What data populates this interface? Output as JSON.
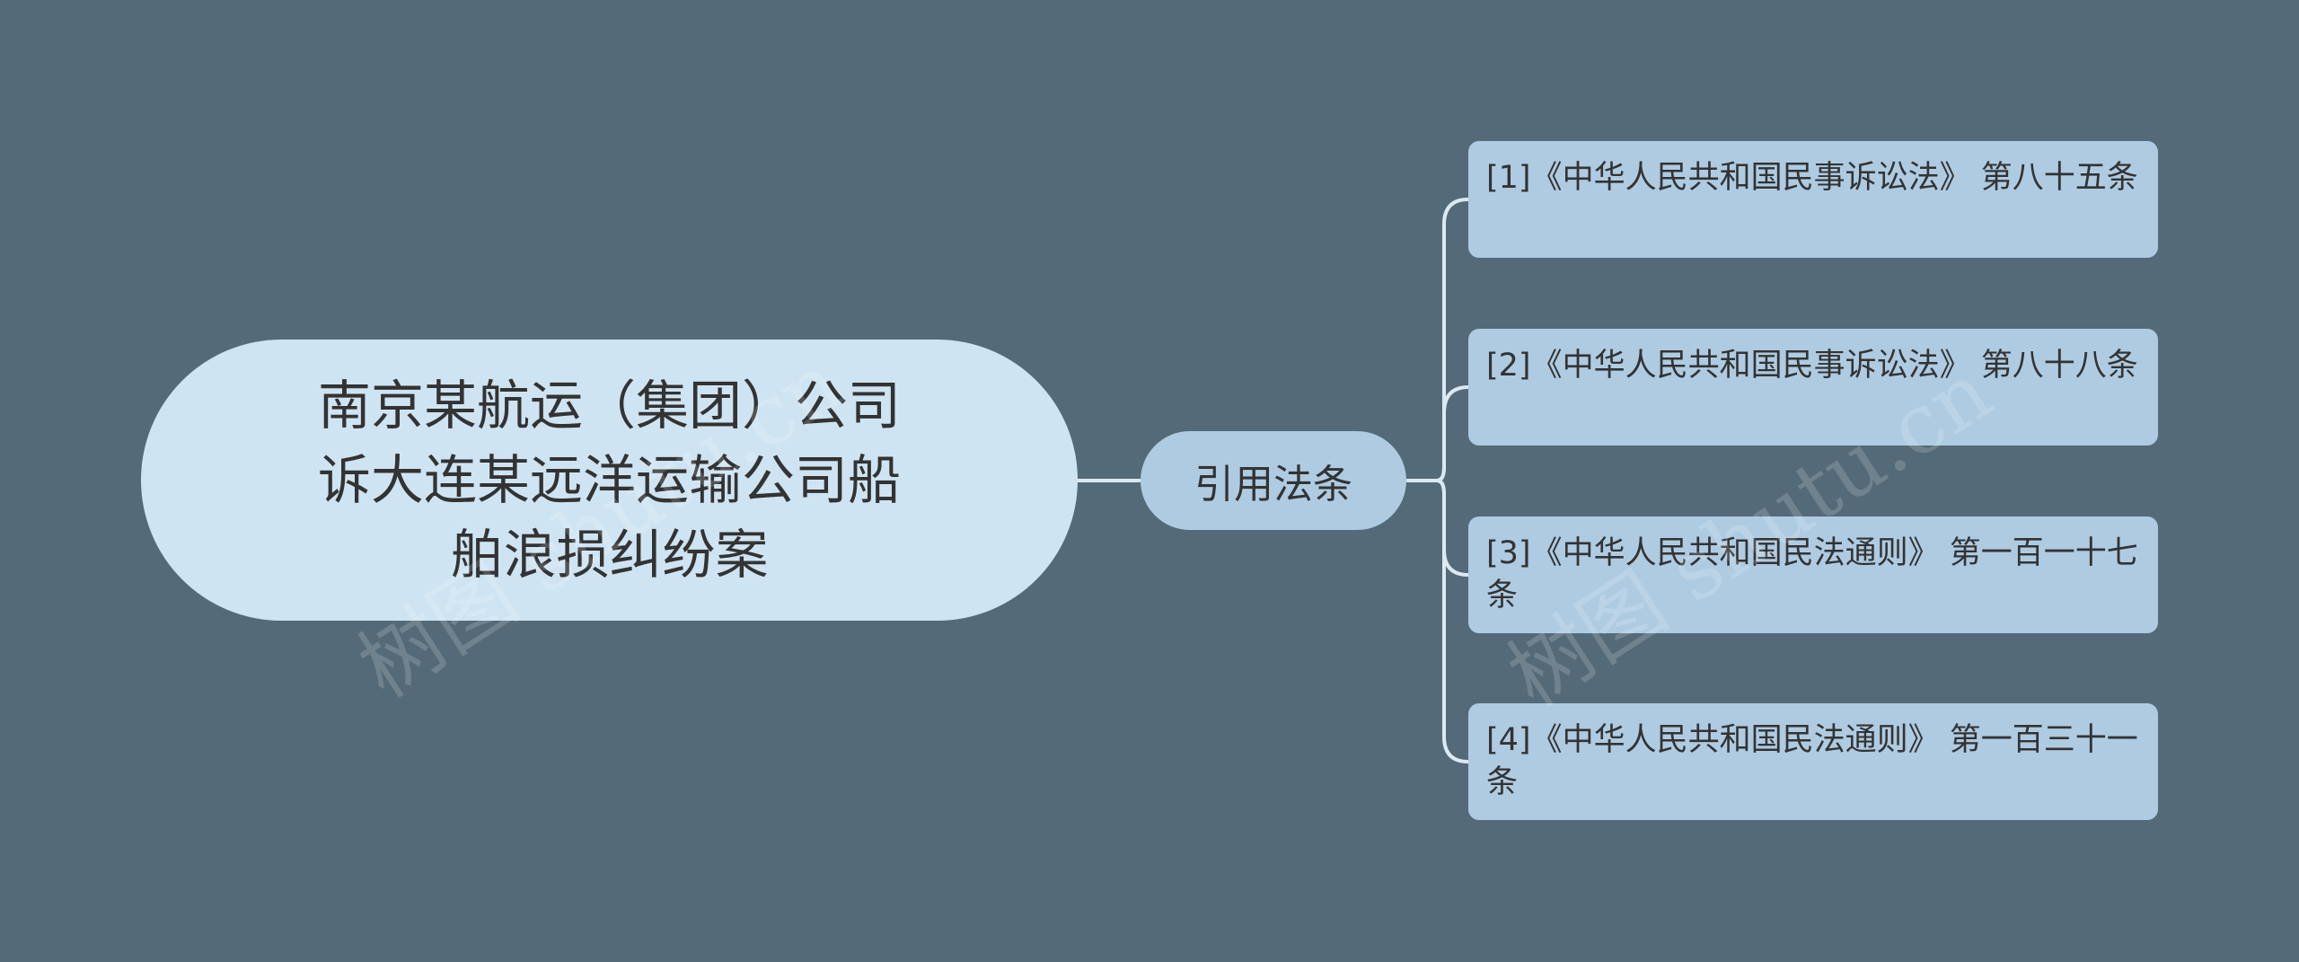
{
  "colors": {
    "background": "#546a78",
    "root_fill": "#cfe4f2",
    "node_fill": "#aecbe2",
    "connector": "#dbe9f3",
    "text": "#333333"
  },
  "root": {
    "label": "南京某航运（集团）公司诉大连某远洋运输公司船舶浪损纠纷案"
  },
  "branch": {
    "label": "引用法条"
  },
  "leaves": [
    {
      "label": "[1]《中华人民共和国民事诉讼法》 第八十五条"
    },
    {
      "label": "[2]《中华人民共和国民事诉讼法》 第八十八条"
    },
    {
      "label": "[3]《中华人民共和国民法通则》 第一百一十七条"
    },
    {
      "label": "[4]《中华人民共和国民法通则》 第一百三十一条"
    }
  ],
  "watermarks": [
    {
      "text": "树图 shutu.cn"
    },
    {
      "text": "树图 shutu.cn"
    }
  ]
}
